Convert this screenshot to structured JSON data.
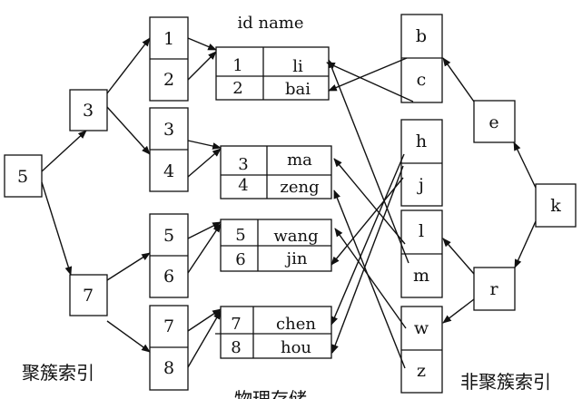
{
  "header": "id name",
  "clustered_index": {
    "label": "聚簇索引",
    "root": "5",
    "level1": [
      "3",
      "7"
    ],
    "leaves": [
      [
        "1",
        "2"
      ],
      [
        "3",
        "4"
      ],
      [
        "5",
        "6"
      ],
      [
        "7",
        "8"
      ]
    ]
  },
  "physical_storage": {
    "label": "物理存储",
    "pages": [
      [
        {
          "id": "1",
          "name": "li"
        },
        {
          "id": "2",
          "name": "bai"
        }
      ],
      [
        {
          "id": "3",
          "name": "ma"
        },
        {
          "id": "4",
          "name": "zeng"
        }
      ],
      [
        {
          "id": "5",
          "name": "wang"
        },
        {
          "id": "6",
          "name": "jin"
        }
      ],
      [
        {
          "id": "7",
          "name": "chen"
        },
        {
          "id": "8",
          "name": "hou"
        }
      ]
    ]
  },
  "nonclustered_index": {
    "label": "非聚簇索引",
    "root": "k",
    "level1": [
      "e",
      "r"
    ],
    "leaves": [
      [
        "b",
        "c"
      ],
      [
        "h",
        "j"
      ],
      [
        "l",
        "m"
      ],
      [
        "w",
        "z"
      ]
    ]
  }
}
